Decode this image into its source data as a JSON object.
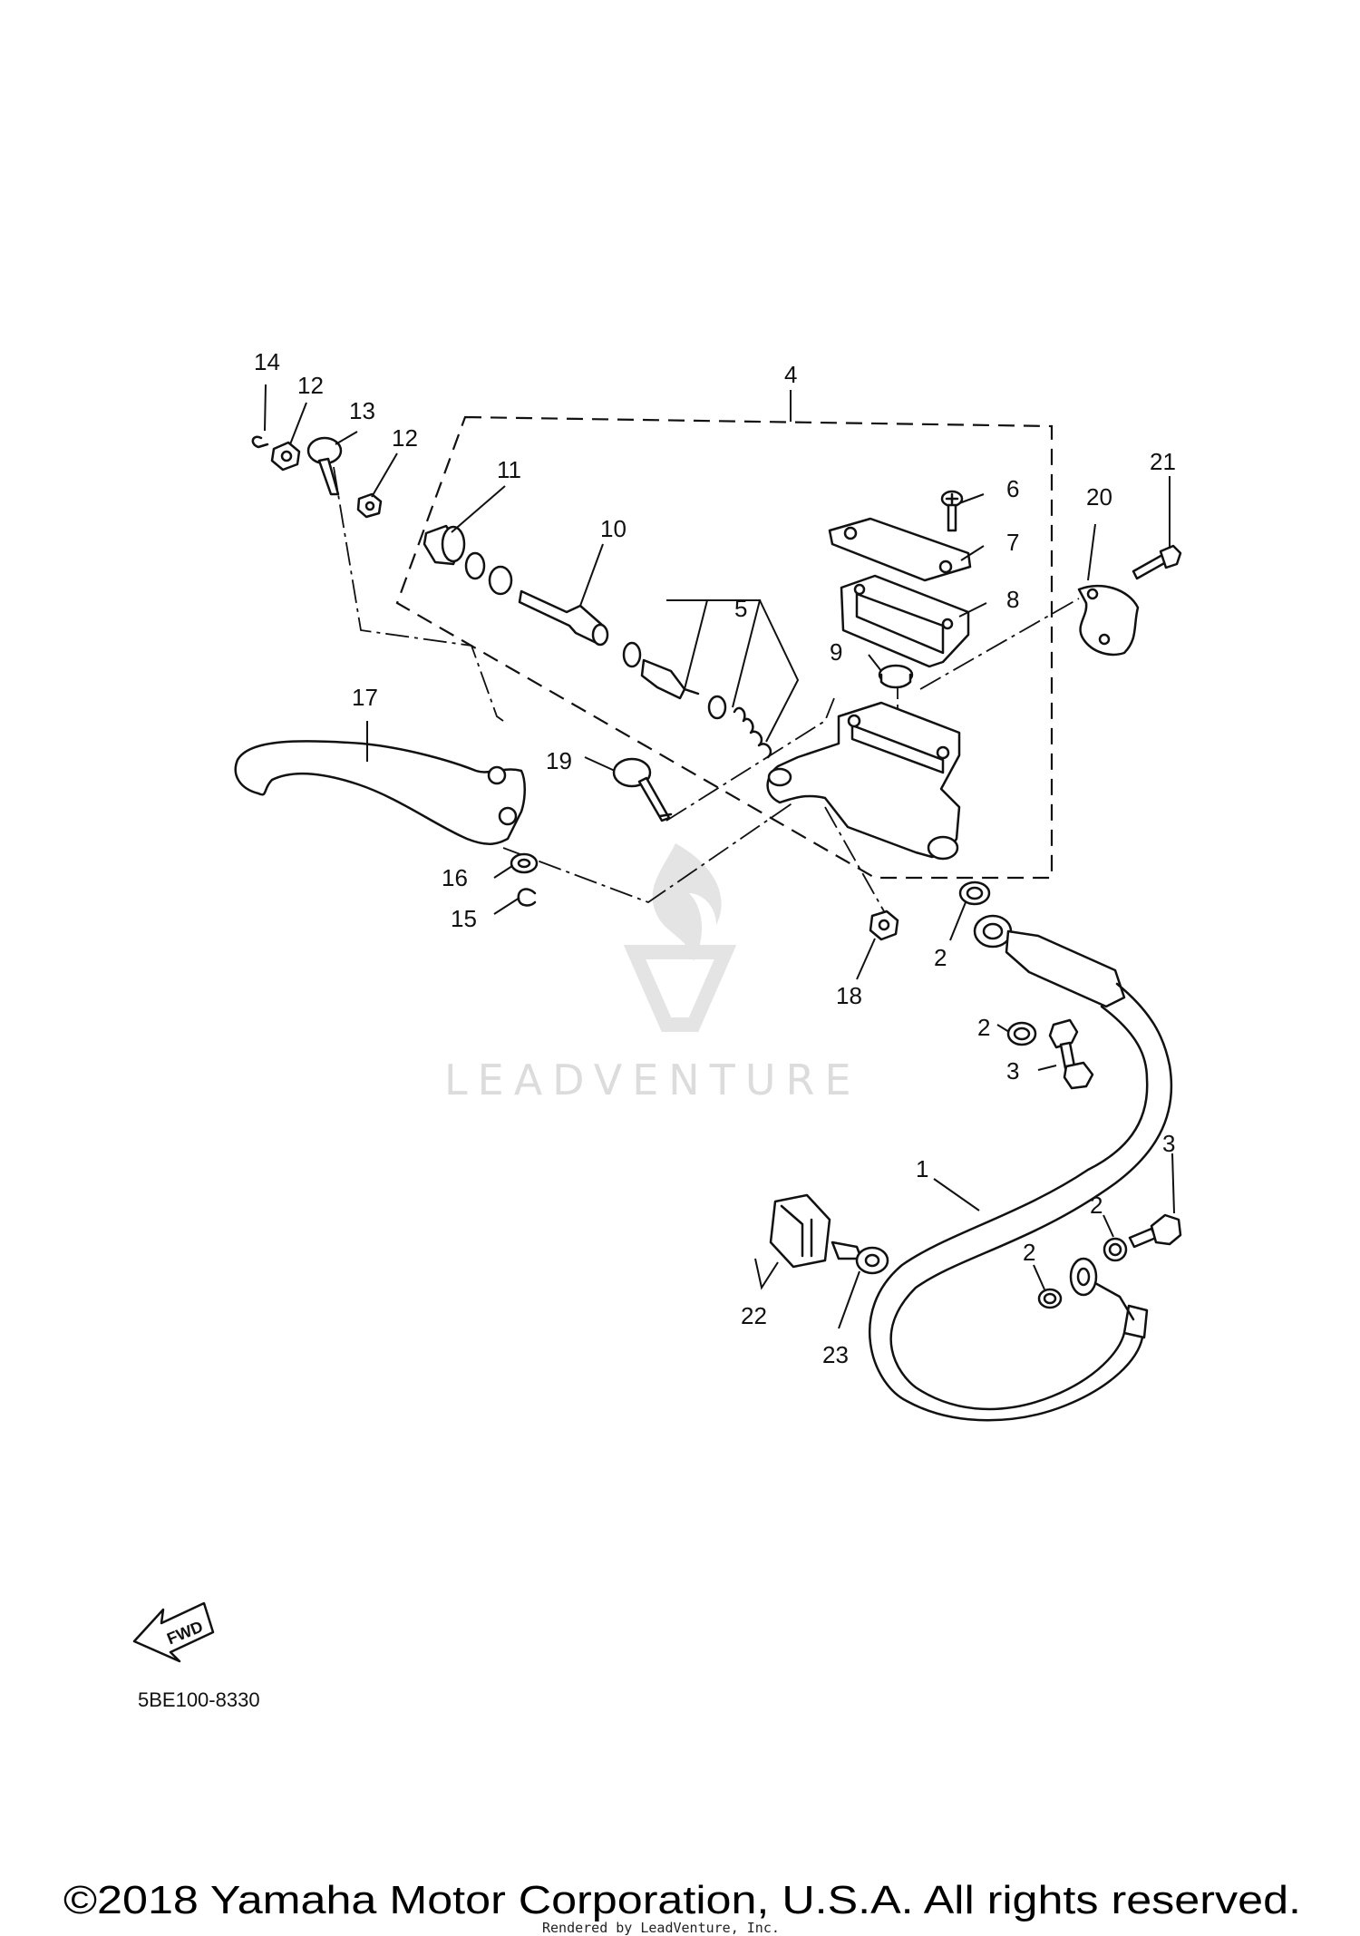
{
  "callouts": {
    "c1": "1",
    "c2": "2",
    "c3": "3",
    "c4": "4",
    "c5": "5",
    "c6": "6",
    "c7": "7",
    "c8": "8",
    "c9": "9",
    "c10": "10",
    "c11": "11",
    "c12": "12",
    "c13": "13",
    "c14": "14",
    "c15": "15",
    "c16": "16",
    "c17": "17",
    "c18": "18",
    "c19": "19",
    "c20": "20",
    "c21": "21",
    "c22": "22",
    "c23": "23"
  },
  "fwd_arrow": {
    "label": "FWD"
  },
  "diagram_code": "5BE100-8330",
  "watermark": {
    "text": "LEADVENTURE",
    "icon": "flame-v-logo"
  },
  "footer": {
    "copyright": "©2018 Yamaha Motor Corporation, U.S.A. All rights reserved.",
    "rendered_by": "Rendered by LeadVenture, Inc."
  }
}
